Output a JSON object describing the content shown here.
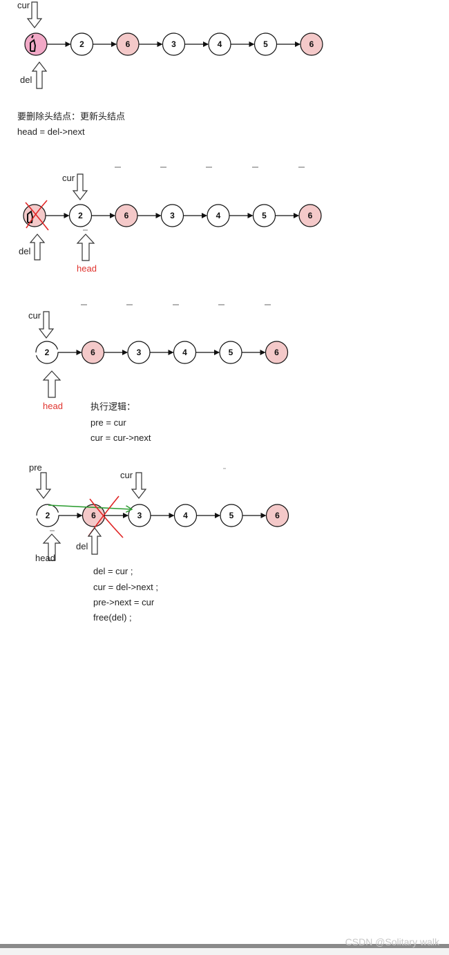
{
  "colors": {
    "node_fill_normal": "#ffffff",
    "node_fill_highlight": "#f4c9c9",
    "node_fill_pink": "#f2a9c7",
    "cross_red": "#e02424",
    "green_arrow": "#2e9e33",
    "label_red": "#e0332e"
  },
  "panel1": {
    "nodes": [
      "",
      "2",
      "6",
      "3",
      "4",
      "5",
      "6"
    ],
    "cur_label": "cur",
    "del_label": "del",
    "note_line1": "要删除头结点：更新头结点",
    "note_line2": "head = del->next"
  },
  "panel2": {
    "nodes": [
      "",
      "2",
      "6",
      "3",
      "4",
      "5",
      "6"
    ],
    "cur_label": "cur",
    "del_label": "del",
    "head_label": "head"
  },
  "panel3": {
    "nodes": [
      "2",
      "6",
      "3",
      "4",
      "5",
      "6"
    ],
    "cur_label": "cur",
    "head_label": "head",
    "logic_title": "执行逻辑：",
    "logic_line1": "pre = cur",
    "logic_line2": "cur = cur->next"
  },
  "panel4": {
    "nodes": [
      "2",
      "6",
      "3",
      "4",
      "5",
      "6"
    ],
    "pre_label": "pre",
    "cur_label": "cur",
    "del_label": "del",
    "head_label": "head",
    "code_line1": "del = cur ;",
    "code_line2": "cur = del->next ;",
    "code_line3": "pre->next = cur",
    "code_line4": "free(del) ;"
  },
  "footer": {
    "watermark": "CSDN @Solitary walk"
  }
}
